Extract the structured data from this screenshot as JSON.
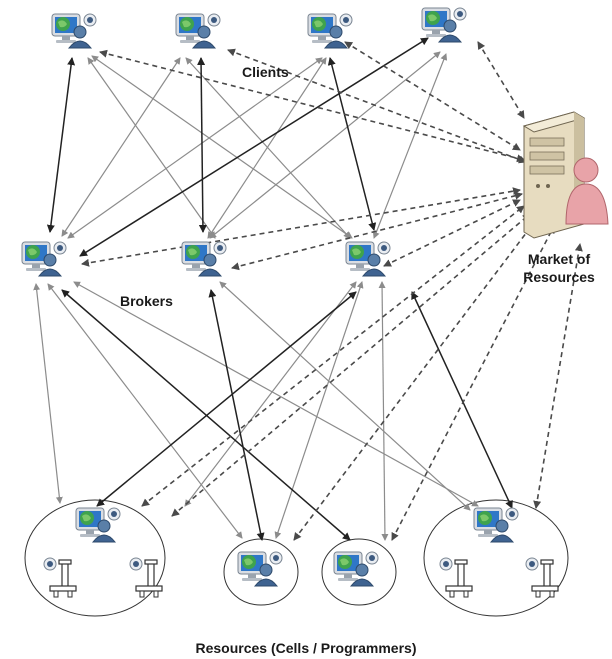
{
  "labels": {
    "clients": "Clients",
    "brokers": "Brokers",
    "market_line1": "Market of",
    "market_line2": "Resources",
    "resources": "Resources (Cells / Programmers)"
  },
  "icons": {
    "client": "computer-user-icon",
    "broker": "computer-user-icon",
    "market": "server-with-user-icon",
    "resource_cell": "computer-user-icon",
    "resource_programmer": "robot-arm-icon"
  },
  "colors": {
    "solid_arrow": "#222222",
    "gray_arrow": "#8c8c8c",
    "dashed_arrow": "#4a4a4a"
  }
}
